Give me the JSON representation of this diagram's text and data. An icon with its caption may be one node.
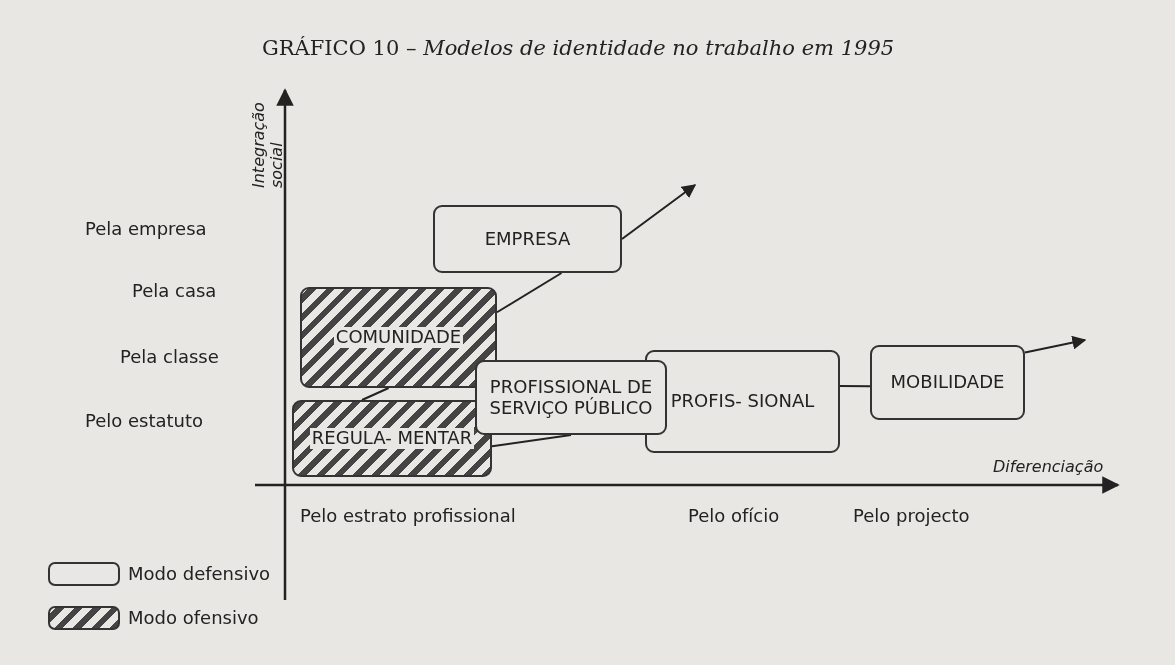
{
  "diagram": {
    "title": "GRÁFICO 10 – *Modelos de identidade no trabalho em 1995*",
    "nodes": [
      {
        "text": [
          "EMPRESA"
        ]
      },
      {
        "text": [
          "COMUNIDADE"
        ]
      },
      {
        "text": [
          "PROFISSIONAL DE SERVIÇO PÚBLICO"
        ]
      },
      {
        "text": [
          "PROFIS- SIONAL"
        ]
      },
      {
        "text": [
          "MOBILIDADE"
        ]
      },
      {
        "text": [
          "REGULA- MENTAR"
        ]
      }
    ],
    "edges": [
      {
        "from": 1,
        "to": 0,
        "arrow": "none"
      },
      {
        "from": 0,
        "to": null,
        "arrow": "to"
      },
      {
        "from": 5,
        "to": 1,
        "arrow": "none"
      },
      {
        "from": 5,
        "to": 2,
        "arrow": "none"
      },
      {
        "from": 3,
        "to": 4,
        "arrow": "none"
      },
      {
        "from": 4,
        "to": null,
        "arrow": "to"
      }
    ],
    "labels": [
      "Integração social",
      "Pela empresa",
      "Pela casa",
      "Pela classe",
      "Pelo estatuto",
      "Diferenciação",
      "Pelo estrato profissional",
      "Pelo ofício",
      "Pelo projecto"
    ],
    "legend": [
      {
        "text": "Modo defensivo"
      },
      {
        "text": "Modo ofensivo"
      }
    ]
  }
}
